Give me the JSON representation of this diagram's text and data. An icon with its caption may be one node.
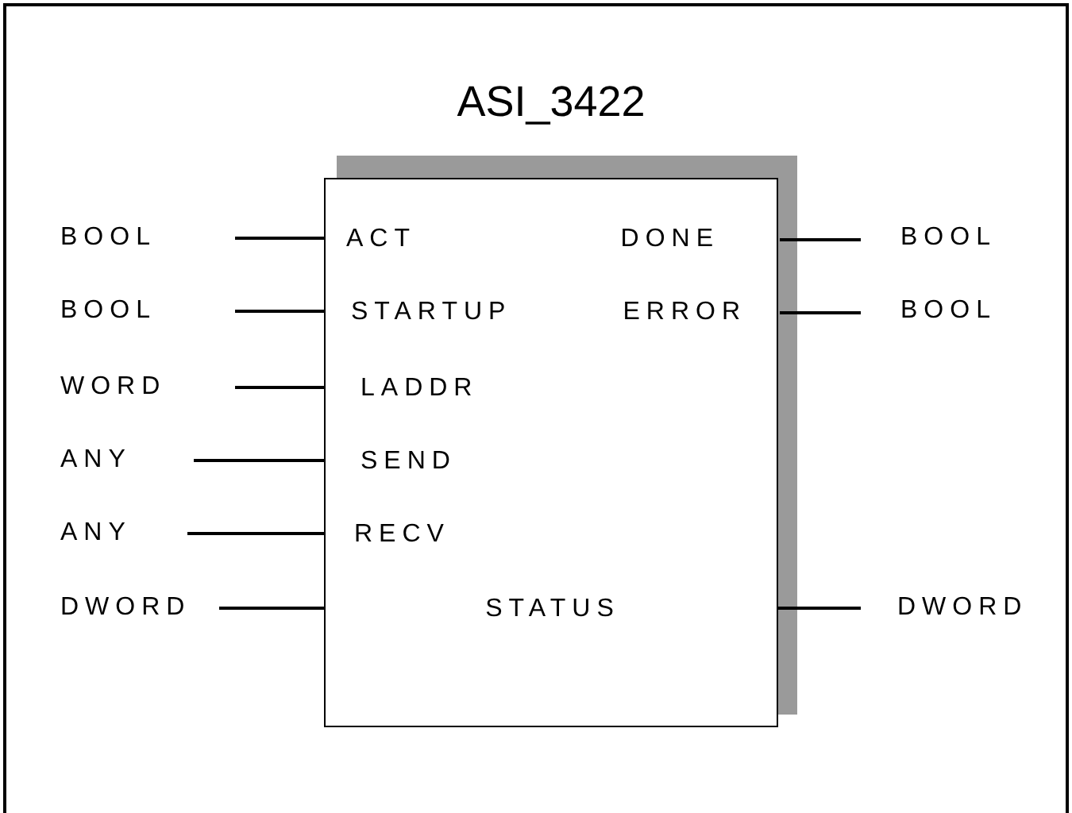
{
  "diagram": {
    "nodes": [
      {
        "text": [
          "ASI_3422"
        ]
      },
      {
        "text": [
          "ACT"
        ],
        "in": 0
      },
      {
        "text": [
          "DONE"
        ],
        "in": 0
      },
      {
        "text": [
          "STARTUP"
        ],
        "in": 0
      },
      {
        "text": [
          "ERROR"
        ],
        "in": 0
      },
      {
        "text": [
          "LADDR"
        ],
        "in": 0
      },
      {
        "text": [
          "SEND"
        ],
        "in": 0
      },
      {
        "text": [
          "RECV"
        ],
        "in": 0
      },
      {
        "text": [
          "STATUS"
        ],
        "in": 0
      },
      {
        "text": [
          "BOOL"
        ]
      },
      {
        "text": [
          "BOOL"
        ]
      },
      {
        "text": [
          "BOOL"
        ]
      },
      {
        "text": [
          "BOOL"
        ]
      },
      {
        "text": [
          "WORD"
        ]
      },
      {
        "text": [
          "ANY"
        ]
      },
      {
        "text": [
          "ANY"
        ]
      },
      {
        "text": [
          "DWORD"
        ]
      },
      {
        "text": [
          "DWORD"
        ]
      }
    ],
    "edges": [
      {
        "from": 9,
        "to": 1,
        "arrow": "none"
      },
      {
        "from": 2,
        "to": 10,
        "arrow": "none"
      },
      {
        "from": 11,
        "to": 3,
        "arrow": "none"
      },
      {
        "from": 4,
        "to": 12,
        "arrow": "none"
      },
      {
        "from": 13,
        "to": 5,
        "arrow": "none"
      },
      {
        "from": 14,
        "to": 6,
        "arrow": "none"
      },
      {
        "from": 15,
        "to": 7,
        "arrow": "none"
      },
      {
        "from": 16,
        "to": 0,
        "arrow": "none"
      },
      {
        "from": 0,
        "to": 17,
        "arrow": "none"
      }
    ]
  }
}
